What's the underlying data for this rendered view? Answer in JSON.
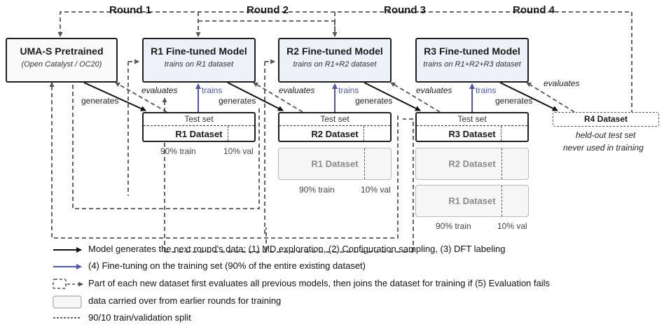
{
  "rounds": [
    "Round 1",
    "Round 2",
    "Round 3",
    "Round 4"
  ],
  "models": [
    {
      "title": "UMA-S Pretrained",
      "subtitle": "(Open Catalyst / OC20)"
    },
    {
      "title": "R1 Fine-tuned Model",
      "subtitle": "trains on R1 dataset"
    },
    {
      "title": "R2 Fine-tuned Model",
      "subtitle": "trains on R1+R2 dataset"
    },
    {
      "title": "R3 Fine-tuned Model",
      "subtitle": "trains on R1+R2+R3 dataset"
    }
  ],
  "test_set_label": "Test set",
  "datasets": {
    "r1": "R1 Dataset",
    "r2": "R2 Dataset",
    "r3": "R3 Dataset",
    "r4": "R4 Dataset"
  },
  "carried": {
    "r2_col_r1": "R1 Dataset",
    "r3_col_r2": "R2 Dataset",
    "r3_col_r1": "R1 Dataset"
  },
  "split_labels": {
    "train": "90% train",
    "val": "10% val"
  },
  "edge_labels": {
    "generates": "generates",
    "evaluates": "evaluates",
    "trains": "trains"
  },
  "r4_notes": [
    "held-out test set",
    "never used in training"
  ],
  "legend": [
    "Model generates the next round's data: (1) MD exploration, (2) Configuration sampling, (3) DFT labeling",
    "(4) Fine-tuning on the training set (90% of the entire existing dataset)",
    "Part of each new dataset first evaluates all previous models, then joins the dataset for training if (5) Evaluation fails",
    "data carried over from earlier rounds for training",
    "90/10 train/validation split"
  ],
  "colors": {
    "trains": "#4a56b8",
    "model_fill": "#eef2f8",
    "carried_fill": "#f6f6f6"
  }
}
